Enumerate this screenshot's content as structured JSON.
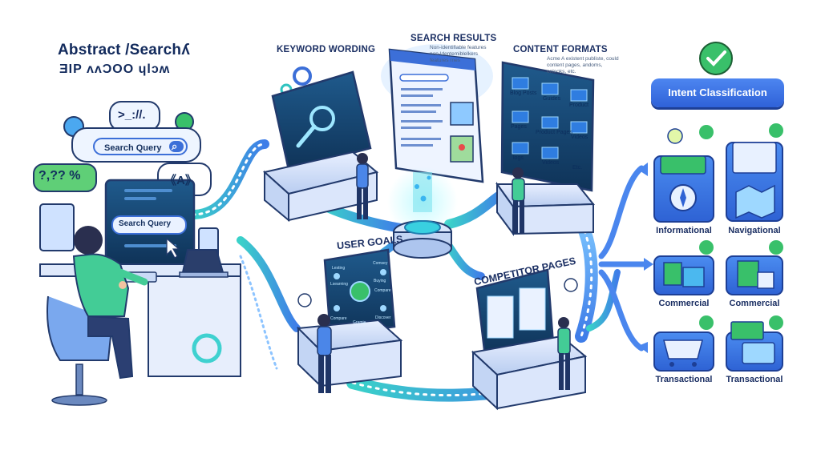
{
  "header": {
    "title": "Abstract /Searchʎ",
    "subtitle": "ƎIP ʌʌƆOO ɥlɔʍ"
  },
  "left": {
    "bubble_code": ">_://.",
    "bubble_glyphs": "?,?? %",
    "bubble_ai": "《A》",
    "search_query_label": "Search Query",
    "monitor_query_label": "Search Query"
  },
  "sections": {
    "keyword_wording": "KEYWORD WORDING",
    "search_results": "SEARCH RESULTS",
    "search_results_caption": "Non-identifiable features\nnon-ldentemiblelkers\nfeatures rnes",
    "content_formats": "CONTENT FORMATS",
    "content_formats_caption": "Acme A existent publiste, could\ncontent pages, andoms,\nonlooks, etc.",
    "user_goals": "USER GOALS",
    "competitor_pages": "COMPETITOR PAGES"
  },
  "content_formats_tiles": [
    "Blog Posts",
    "Guides",
    "Product",
    "Pages",
    "Product Pages",
    "Videos",
    "logs",
    "Videos",
    "Etc."
  ],
  "user_goals_items": [
    "Lesting",
    "Comsey",
    "Lsearning",
    "Buying",
    "Compare",
    "Compare",
    "Gramie",
    "Discover"
  ],
  "intent": {
    "label": "Intent Classification",
    "categories": [
      {
        "label": "Informational",
        "icon": "book-lightbulb-icon"
      },
      {
        "label": "Navigational",
        "icon": "map-pin-icon"
      },
      {
        "label": "Commercial",
        "icon": "shopping-bags-icon"
      },
      {
        "label": "Commercial",
        "icon": "percent-bag-icon"
      },
      {
        "label": "Transactional",
        "icon": "shopping-cart-icon"
      },
      {
        "label": "Transactional",
        "icon": "money-card-icon"
      }
    ]
  },
  "colors": {
    "primary_blue": "#3c6fd8",
    "deep_navy": "#1b2f63",
    "teal": "#22c3c8",
    "green_check": "#39c06a",
    "monitor_dark": "#123a63"
  }
}
